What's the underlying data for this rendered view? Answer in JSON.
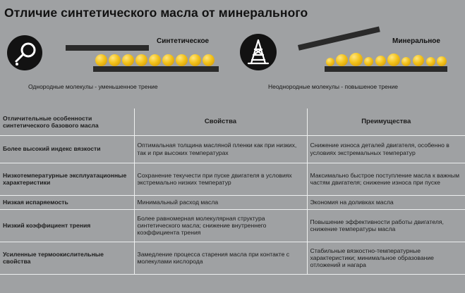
{
  "title": "Отличие синтетического масла от минерального",
  "synthetic": {
    "label": "Синтетическое",
    "caption": "Однородные молекулы - уменьшенное трение",
    "icon": "flask-icon"
  },
  "mineral": {
    "label": "Минеральное",
    "caption": "Неоднородные молекулы - повышеное трение",
    "icon": "oil-derrick-icon"
  },
  "colors": {
    "background": "#9fa1a3",
    "molecule": "#f3c21b",
    "icon_bg": "#121212",
    "bar": "#2a2a2a"
  },
  "table": {
    "headers": [
      "Отличительные особенности синтетического базового масла",
      "Свойства",
      "Преимущества"
    ],
    "rows": [
      {
        "feature": "Более высокий индекс вязкости",
        "property": "Оптимальная толщина масляной пленки как при низких, так и при высоких температурах",
        "benefit": "Снижение износа деталей двигателя, особенно в условиях экстремальных температур"
      },
      {
        "feature": "Низкотемпературные эксплуатационные характеристики",
        "property": "Сохранение текучести при пуске двигателя в условиях экстремально низких температур",
        "benefit": "Максимально быстрое поступление масла к важным частям двигателя; снижение износа при пуске"
      },
      {
        "feature": "Низкая испаряемость",
        "property": "Минимальный расход масла",
        "benefit": "Экономия на доливках масла"
      },
      {
        "feature": "Низкий коэффициент трения",
        "property": "Более равномерная молекулярная структура синтетического масла; снижение внутреннего коэффициента трения",
        "benefit": "Повышение эффективности работы двигателя, снижение температуры масла"
      },
      {
        "feature": "Усиленные термоокислительные свойства",
        "property": "Замедление процесса старения масла при контакте с молекулами кислорода",
        "benefit": "Стабильные вязкостно-температурные характеристики; минимальное образование отложений и нагара"
      }
    ]
  }
}
